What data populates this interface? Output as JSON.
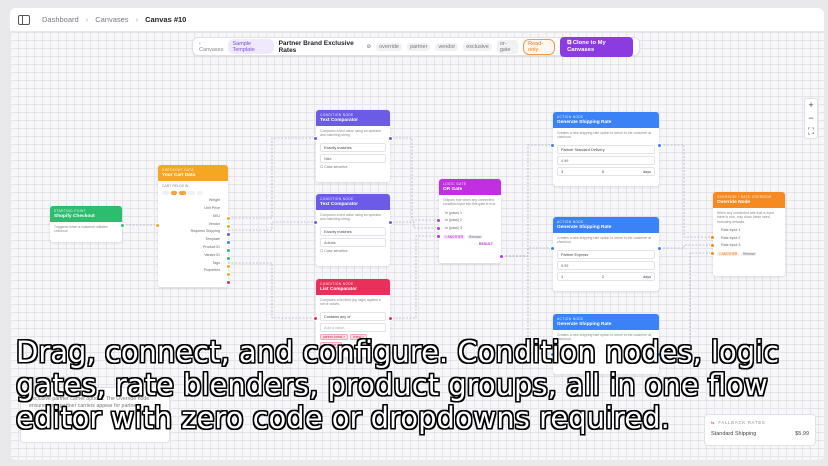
{
  "breadcrumb": {
    "items": [
      "Dashboard",
      "Canvases"
    ],
    "current": "Canvas #10"
  },
  "toolbar": {
    "back_label": "Canvases",
    "template_badge": "Sample Template",
    "title": "Partner Brand Exclusive Rates",
    "tags": [
      "override",
      "partner",
      "vendor",
      "exclusive",
      "or-gate"
    ],
    "readonly_badge": "Read-only",
    "clone_label": "Clone to My Canvases"
  },
  "zoom": {
    "in": "+",
    "out": "−",
    "fit": "⛶"
  },
  "nodes": {
    "trigger": {
      "kind": "STARTING POINT",
      "title": "Shopify Checkout",
      "desc": "Triggered when a customer initiates checkout",
      "color": "#2dbd6e"
    },
    "cart": {
      "kind": "CHECKOUT DATA",
      "title": "Your Cart Data",
      "desc": "CART FIELDS IN",
      "mini_chips": [
        "",
        "",
        "",
        "",
        ""
      ],
      "rows": [
        "Weight",
        "Unit Price",
        "SKU",
        "Vendor",
        "Requires Shipping",
        "Template",
        "Product ID",
        "Variant ID",
        "Tags",
        "Properties"
      ],
      "color": "#f5a623"
    },
    "cmp1": {
      "kind": "CONDITION NODE",
      "title": "Text Comparator",
      "desc": "Compares a text value using an operator and matching string.",
      "operator": "Exactly matches",
      "value": "Nike",
      "check": "Case sensitive",
      "color": "#6b5be5"
    },
    "cmp2": {
      "kind": "CONDITION NODE",
      "title": "Text Comparator",
      "desc": "Compares a text value using an operator and matching string.",
      "operator": "Exactly matches",
      "value": "Adidas",
      "check": "Case sensitive",
      "color": "#6b5be5"
    },
    "list": {
      "kind": "CONDITION NODE",
      "title": "List Comparator",
      "desc": "Compares a list field (eg. tags) against a set of values.",
      "operator": "Contains any of",
      "placeholder": "Add a value...",
      "chips": [
        "partner-brand ×",
        "brand ×",
        "exclusive ×"
      ],
      "color": "#e8315a"
    },
    "or": {
      "kind": "LOGIC GATE",
      "title": "OR Gate",
      "desc": "Outputs true when any connected condition input into this gate is true.",
      "inputs": [
        "In (pass) 1",
        "In (pass) 2",
        "In (pass) 3"
      ],
      "chips": [
        "+ ANOTHER",
        "Remove"
      ],
      "result": "RESULT",
      "color": "#c030e0"
    },
    "rate1": {
      "kind": "ACTION NODE",
      "title": "Generate Shipping Rate",
      "desc": "Creates a new shipping rate option to return to the customer at checkout.",
      "name": "Partner Standard Delivery",
      "price": "4.99",
      "min": "3",
      "max": "5",
      "unit": "days",
      "color": "#3b82f6"
    },
    "rate2": {
      "kind": "ACTION NODE",
      "title": "Generate Shipping Rate",
      "desc": "Creates a new shipping rate option to return to the customer at checkout.",
      "name": "Partner Express",
      "price": "9.99",
      "min": "1",
      "max": "2",
      "unit": "days",
      "color": "#3b82f6"
    },
    "rate3": {
      "kind": "ACTION NODE",
      "title": "Generate Shipping Rate",
      "desc": "Creates a new shipping rate option to return to the customer at checkout.",
      "color": "#3b82f6"
    },
    "override": {
      "kind": "OVERRIDE / RATE OVERRIDE",
      "title": "Override Node",
      "desc": "When any connected rate that is input there is true, only show these rates, excluding defaults.",
      "inputs": [
        "Rate input 1",
        "Rate input 2",
        "Rate input 3"
      ],
      "chips": [
        "+ ANOTHER",
        "Remove"
      ],
      "color": "#f58a23"
    }
  },
  "info_panel": {
    "text": "Exclusive partner carrier options. The Override node ensures only partner carriers appear for partner..."
  },
  "fallback": {
    "label": "FALLBACK RATES",
    "name": "Standard Shipping",
    "price": "$5.99"
  },
  "caption": "Drag, connect, and configure. Condition nodes, logic gates, rate blenders, product groups, all in one flow editor with zero code or dropdowns required."
}
